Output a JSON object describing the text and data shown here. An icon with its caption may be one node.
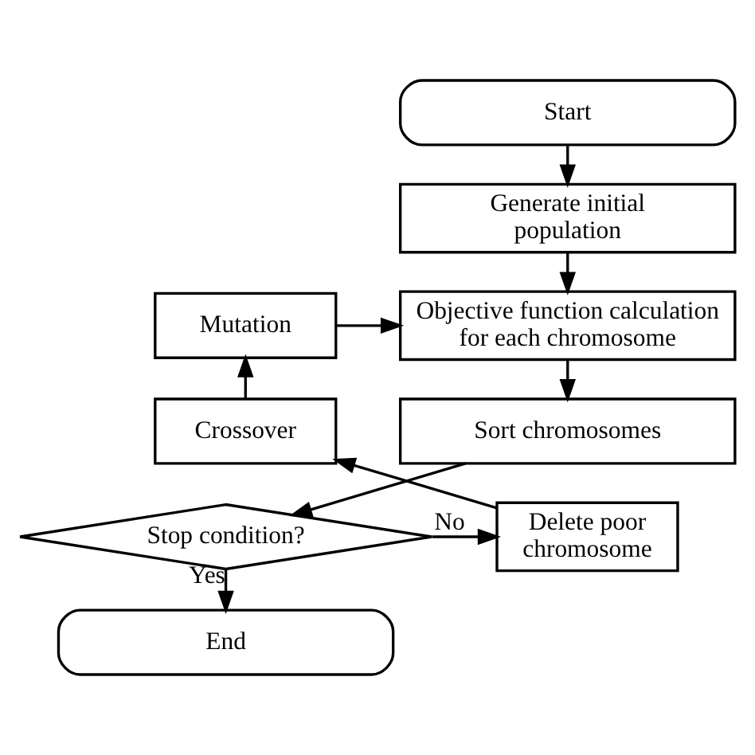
{
  "diagram": {
    "nodes": [
      {
        "text": [
          "Start"
        ]
      },
      {
        "text": [
          "Generate initial population"
        ]
      },
      {
        "text": [
          "Objective function calculation for each chromosome"
        ]
      },
      {
        "text": [
          "Sort chromosomes"
        ]
      },
      {
        "text": [
          "Stop condition?"
        ]
      },
      {
        "text": [
          "End"
        ]
      },
      {
        "text": [
          "Delete poor chromosome"
        ]
      },
      {
        "text": [
          "Crossover"
        ]
      },
      {
        "text": [
          "Mutation"
        ]
      }
    ],
    "edges": [
      {
        "from": 0,
        "to": 1,
        "arrow": "to"
      },
      {
        "from": 1,
        "to": 2,
        "arrow": "to"
      },
      {
        "from": 2,
        "to": 3,
        "arrow": "to"
      },
      {
        "from": 3,
        "to": 4,
        "arrow": "to"
      },
      {
        "from": 4,
        "to": 5,
        "arrow": "to",
        "label": "Yes"
      },
      {
        "from": 4,
        "to": 6,
        "arrow": "to",
        "label": "No"
      },
      {
        "from": 6,
        "to": 7,
        "arrow": "to"
      },
      {
        "from": 7,
        "to": 8,
        "arrow": "to"
      },
      {
        "from": 8,
        "to": 2,
        "arrow": "to"
      }
    ]
  }
}
